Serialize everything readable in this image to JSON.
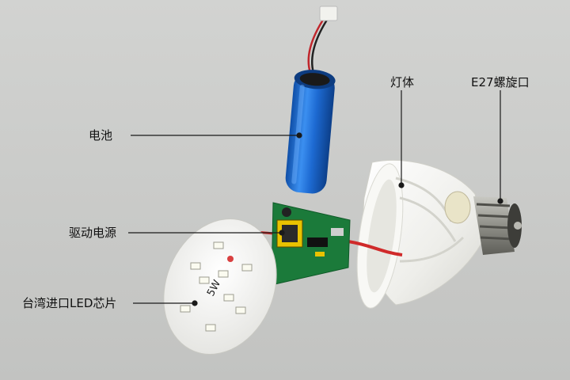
{
  "labels": {
    "battery": "电池",
    "driver": "驱动电源",
    "led_chip": "台湾进口LED芯片",
    "lamp_body": "灯体",
    "socket": "E27螺旋口"
  },
  "board_text": {
    "wattage": "5W"
  },
  "colors": {
    "background": "#cbccca",
    "battery": "#1e6fd6",
    "pcb": "#1b7a3a",
    "led_board": "#f4f4f4",
    "metal": "#9a9a94"
  }
}
